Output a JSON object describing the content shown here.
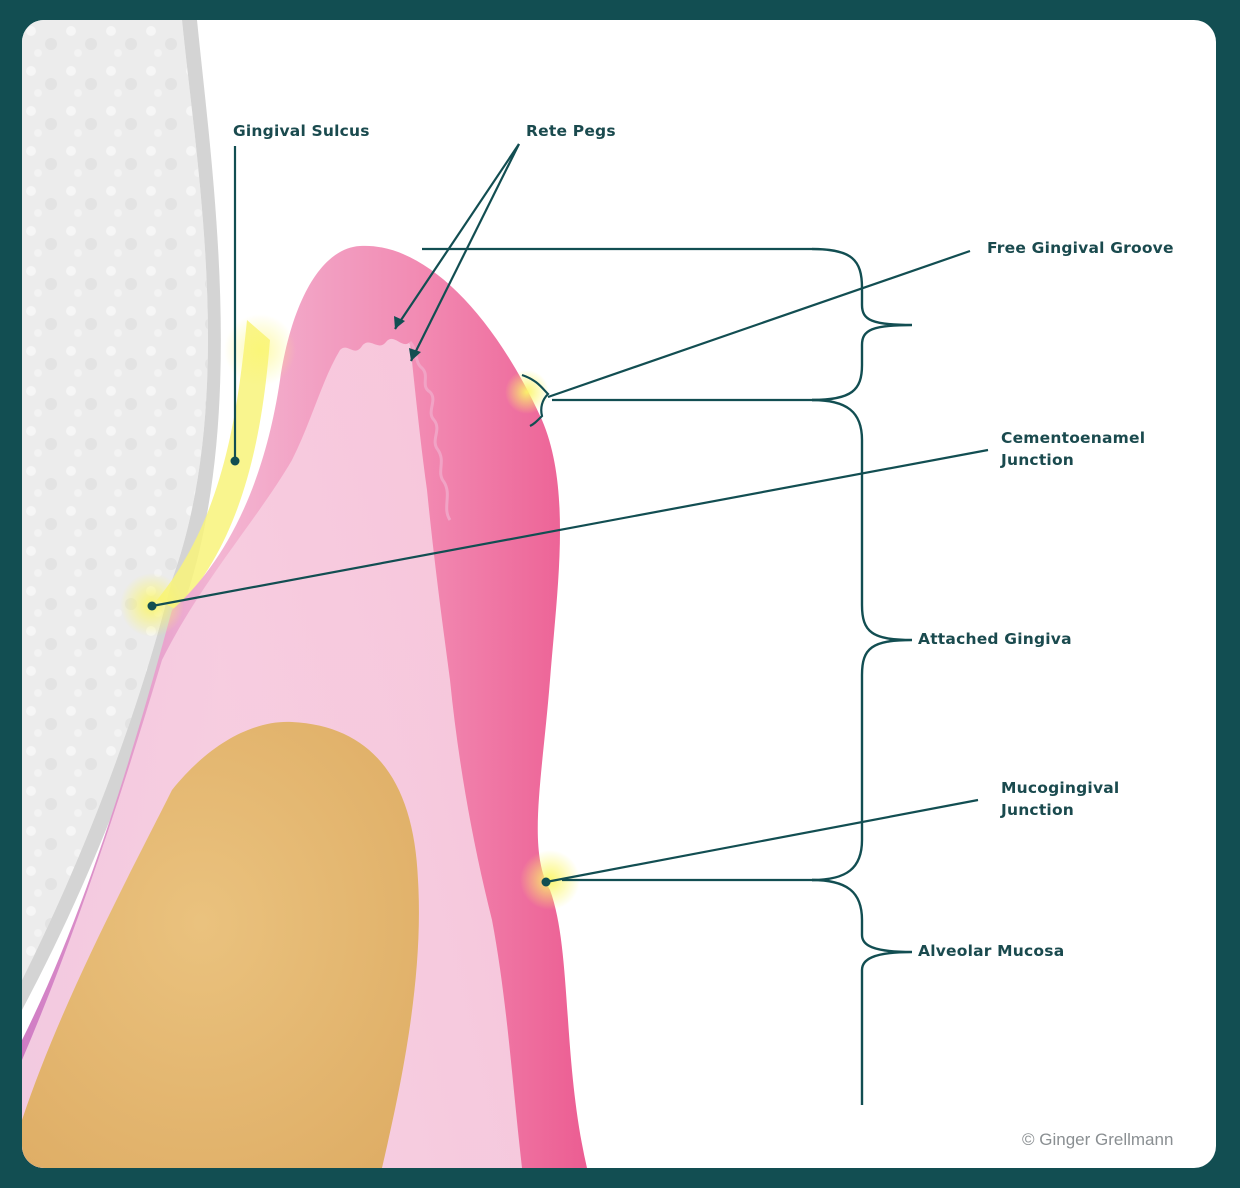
{
  "labels": {
    "gingival_sulcus": "Gingival Sulcus",
    "rete_pegs": "Rete Pegs",
    "free_gingival_groove": "Free Gingival Groove",
    "cementoenamel_line1": "Cementoenamel",
    "cementoenamel_line2": "Junction",
    "attached_gingiva": "Attached Gingiva",
    "mucogingival_line1": "Mucogingival",
    "mucogingival_line2": "Junction",
    "alveolar_mucosa": "Alveolar Mucosa"
  },
  "copyright": "© Ginger Grellmann",
  "colors": {
    "frame": "#124e52",
    "leader_line": "#124e52",
    "gingiva_pink": "#f06a9c",
    "gingiva_light": "#f6bcd6",
    "bone": "#e9c07a",
    "tooth": "#eeeeee",
    "highlight": "#f7f247"
  }
}
